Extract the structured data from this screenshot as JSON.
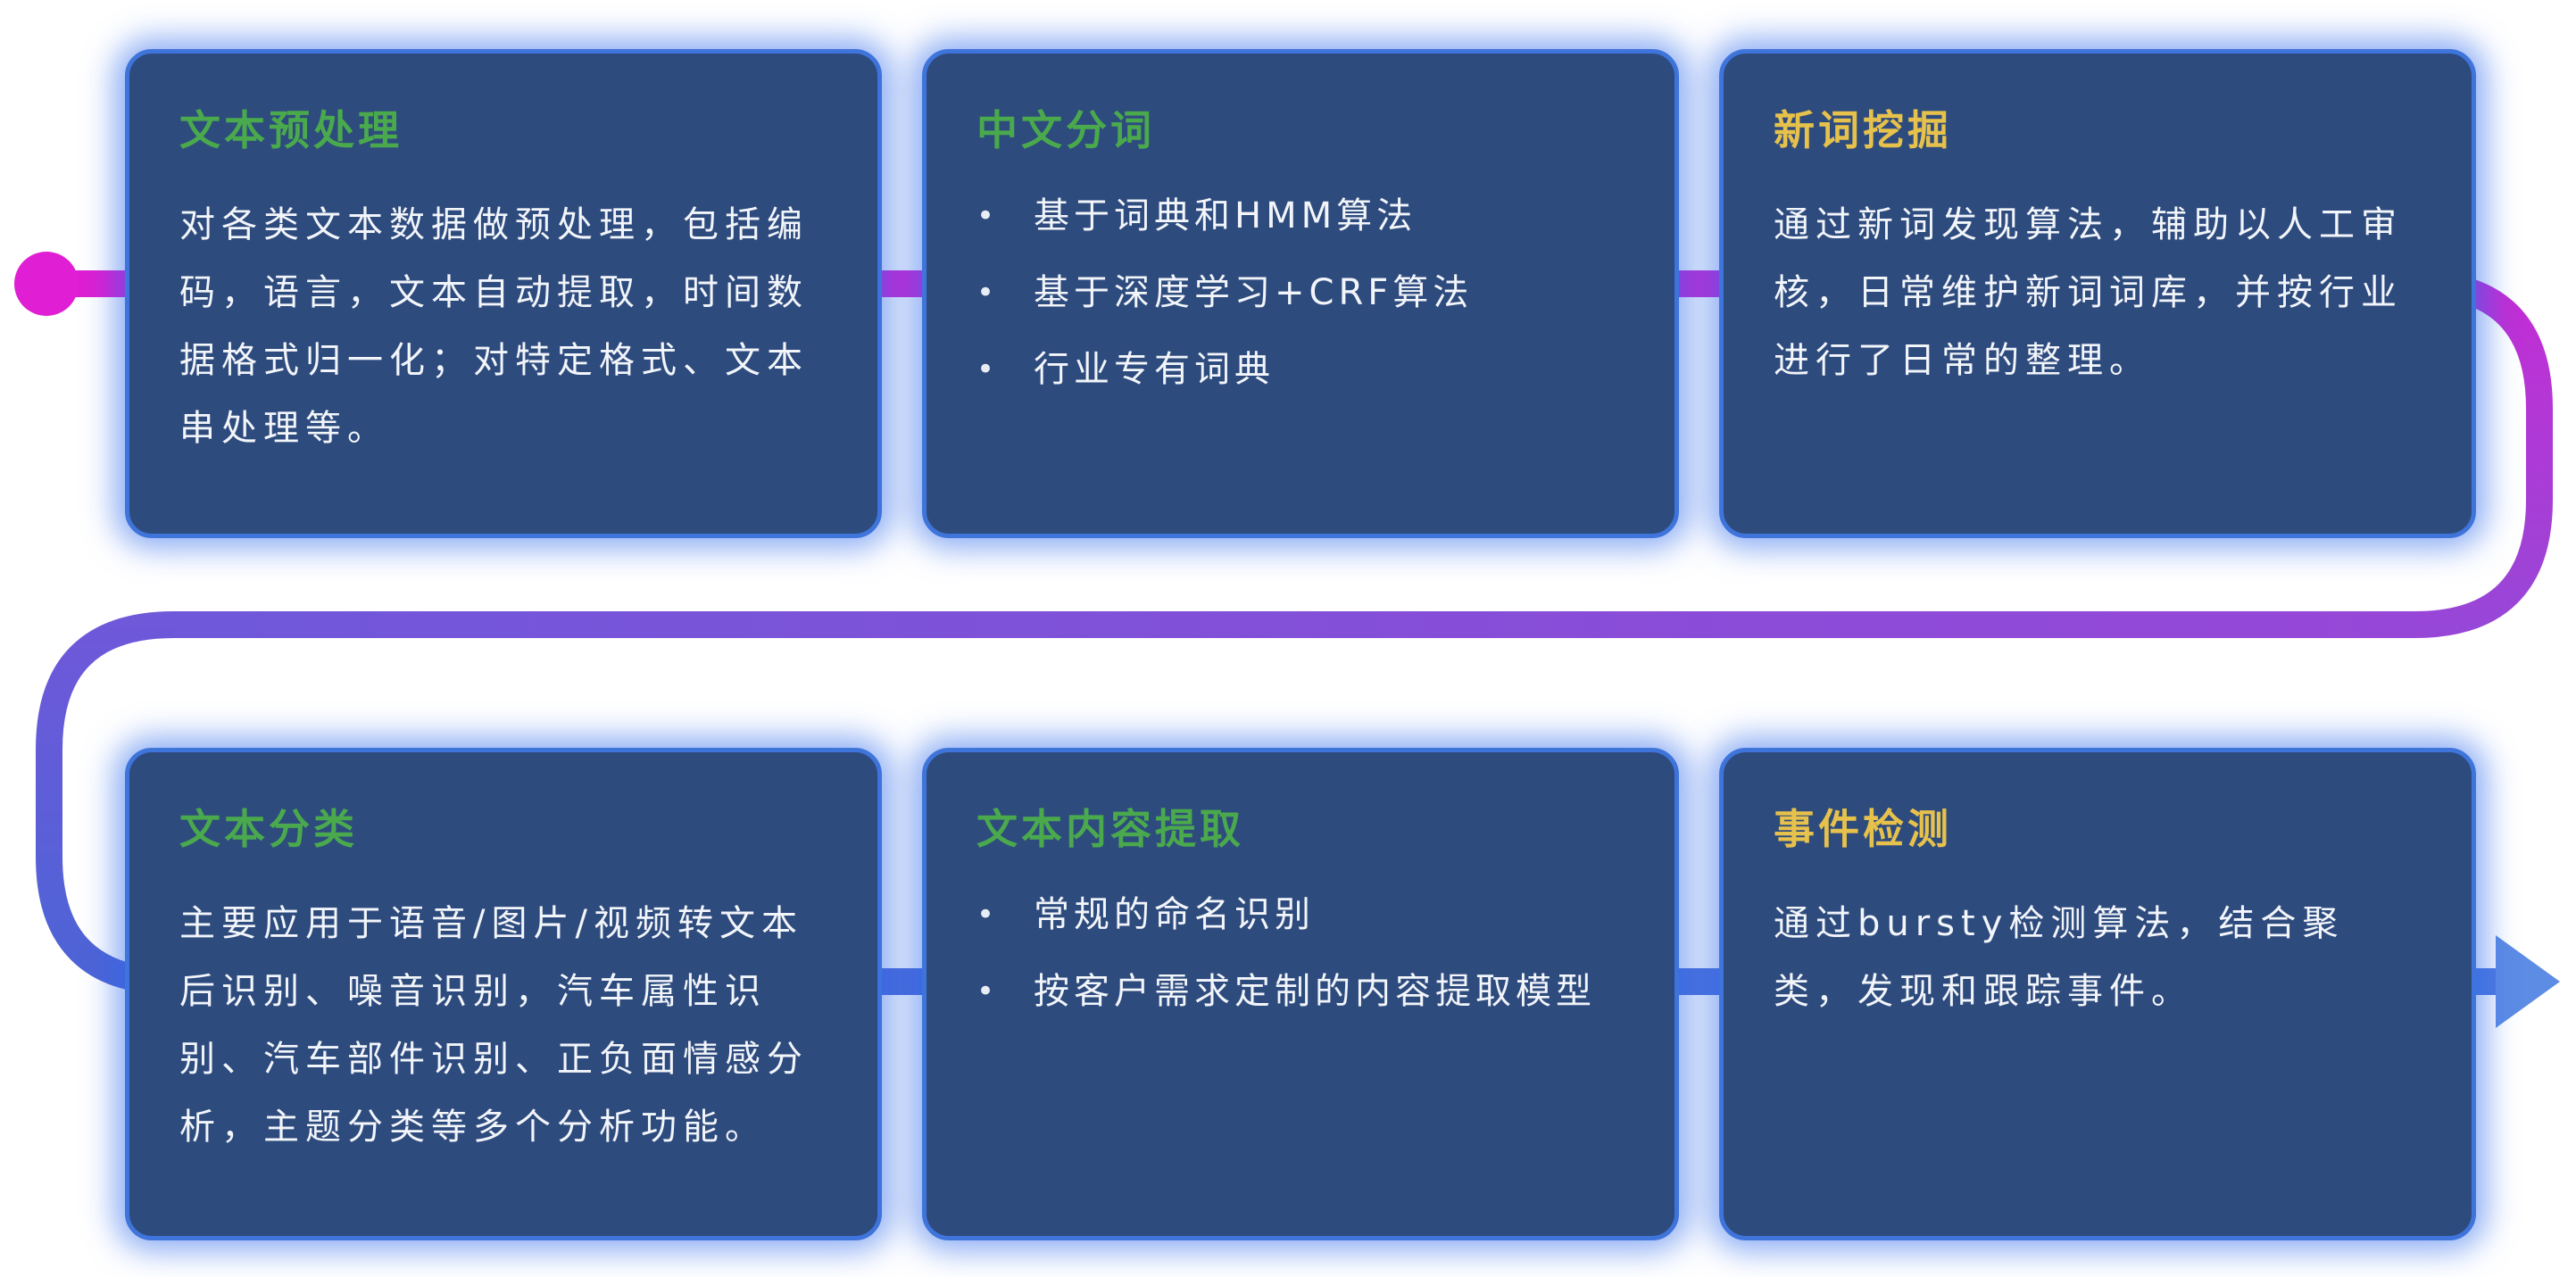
{
  "ui": {
    "bullet_char": "•"
  },
  "colors": {
    "card_background": "#2e4b7e",
    "card_border": "#3f74db",
    "card_glow": "#2d6aeb",
    "title_green": "#4aa94d",
    "title_yellow": "#e6c14b",
    "body_text": "#f2f5fa",
    "flow_magenta": "#de1ed2",
    "flow_purple": "#9747d7",
    "flow_blue": "#4c64d6",
    "flow_arrow_blue": "#5d8ce4"
  },
  "cards": [
    {
      "title": "文本预处理",
      "body": "对各类文本数据做预处理，包括编码，语言，文本自动提取，时间数据格式归一化；对特定格式、文本串处理等。"
    },
    {
      "title": "中文分词",
      "bullets": [
        "基于词典和HMM算法",
        "基于深度学习+CRF算法",
        "行业专有词典"
      ]
    },
    {
      "title": "新词挖掘",
      "body": "通过新词发现算法，辅助以人工审核，日常维护新词词库，并按行业进行了日常的整理。"
    },
    {
      "title": "文本分类",
      "body": "主要应用于语音/图片/视频转文本后识别、噪音识别，汽车属性识别、汽车部件识别、正负面情感分析，主题分类等多个分析功能。"
    },
    {
      "title": "文本内容提取",
      "bullets": [
        "常规的命名识别",
        "按客户需求定制的内容提取模型"
      ]
    },
    {
      "title": "事件检测",
      "body": "通过bursty检测算法，结合聚类，发现和跟踪事件。"
    }
  ]
}
